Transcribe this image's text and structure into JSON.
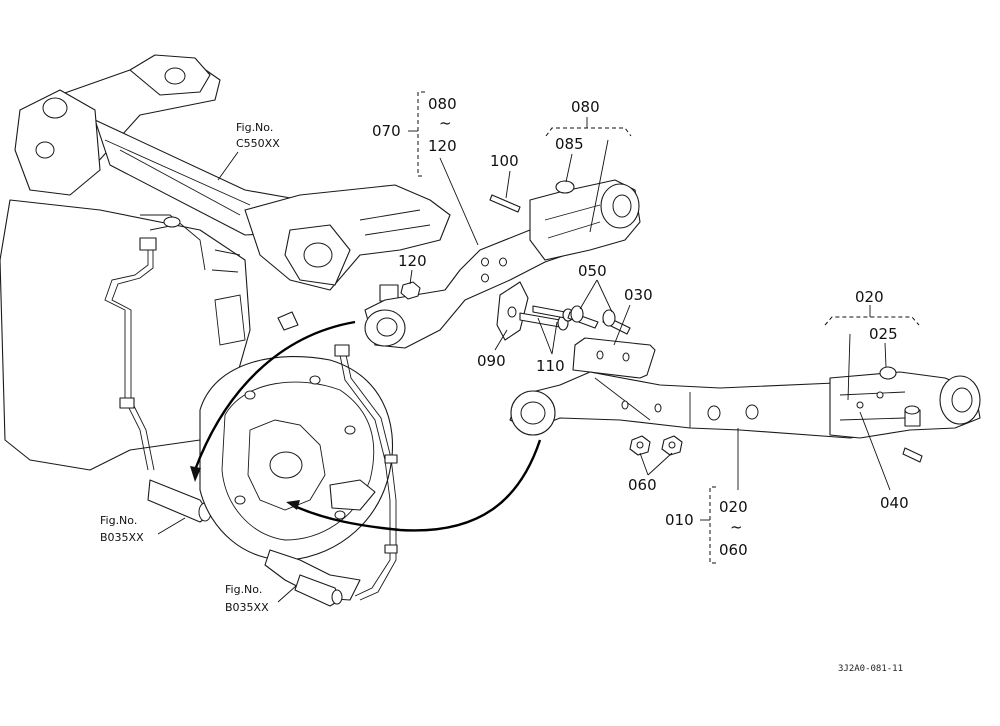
{
  "figure_refs": {
    "upper": {
      "title": "Fig.No.",
      "code": "C550XX"
    },
    "left": {
      "title": "Fig.No.",
      "code": "B035XX"
    },
    "lower": {
      "title": "Fig.No.",
      "code": "B035XX"
    }
  },
  "callouts": {
    "c010": "010",
    "c020_top": "020",
    "c020_range": "020",
    "c025": "025",
    "c030": "030",
    "c040": "040",
    "c050": "050",
    "c060_range": "060",
    "c060": "060",
    "c070": "070",
    "c080_range": "080",
    "c080_top": "080",
    "c085": "085",
    "c090": "090",
    "c100": "100",
    "c110": "110",
    "c120_range": "120",
    "c120": "120",
    "tilde1": "~",
    "tilde2": "~"
  },
  "drawing_code": "3J2A0-081-11"
}
